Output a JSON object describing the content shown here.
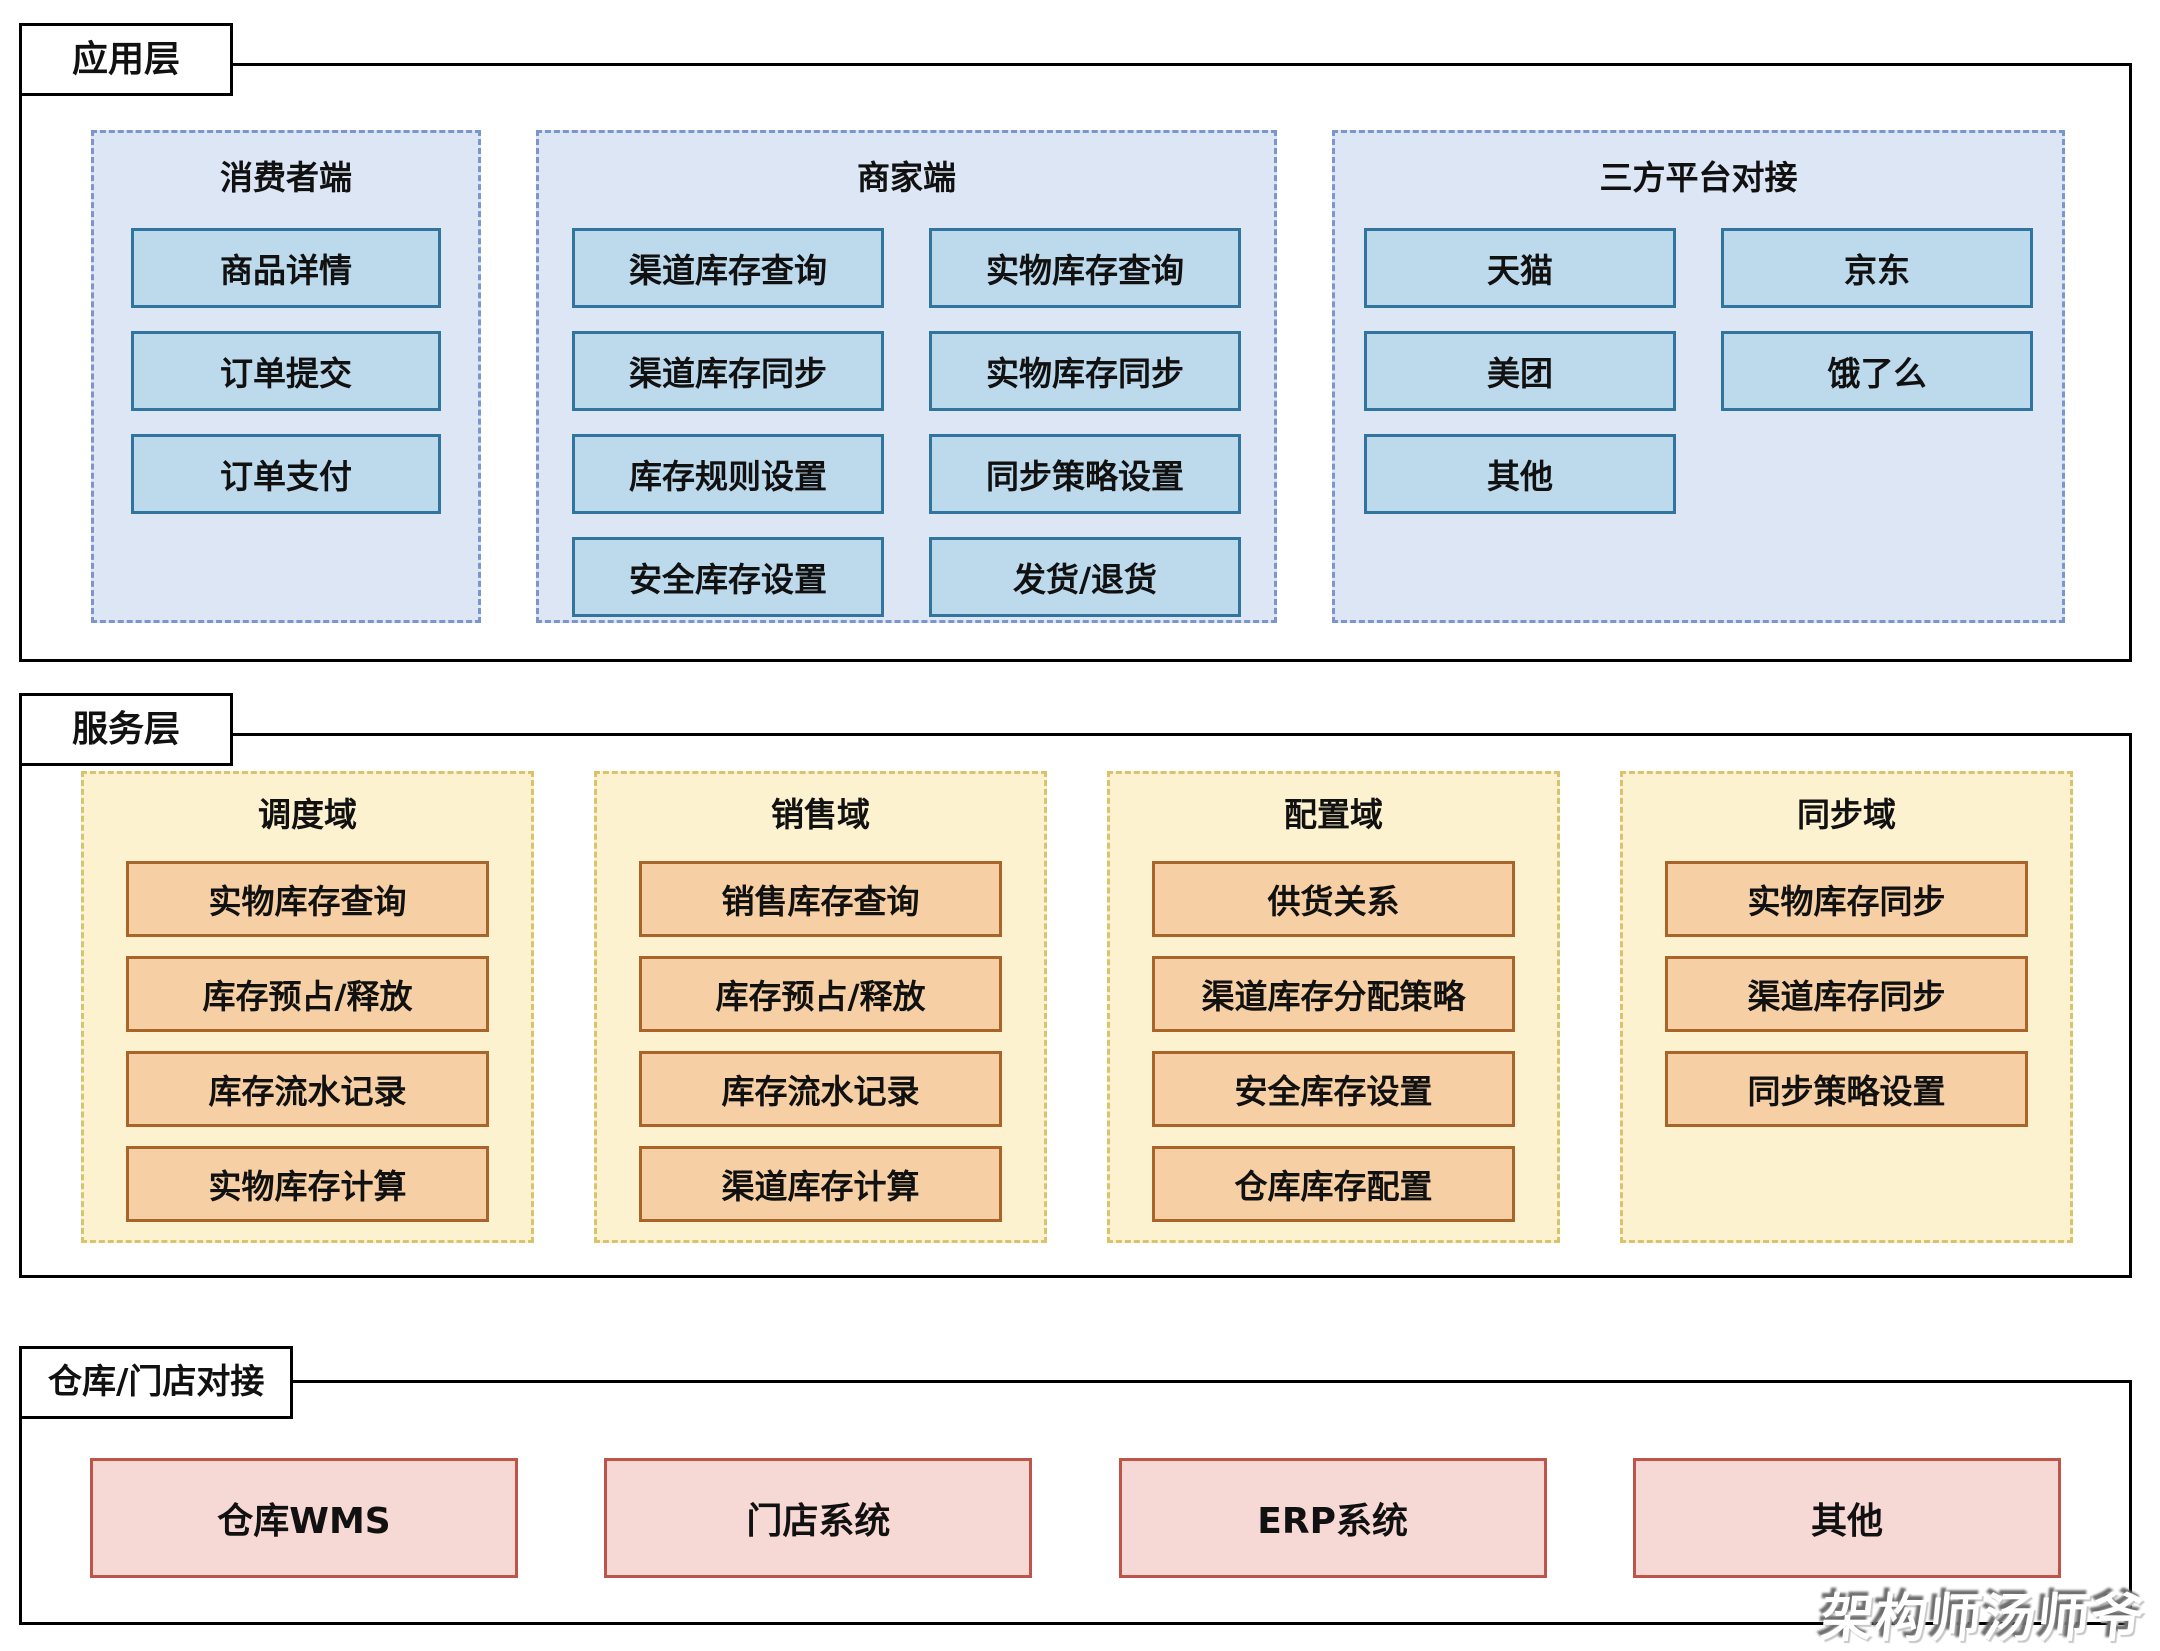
{
  "layers": {
    "app": {
      "title": "应用层",
      "groups": [
        {
          "title": "消费者端",
          "items": [
            "商品详情",
            "订单提交",
            "订单支付"
          ]
        },
        {
          "title": "商家端",
          "items": [
            "渠道库存查询",
            "实物库存查询",
            "渠道库存同步",
            "实物库存同步",
            "库存规则设置",
            "同步策略设置",
            "安全库存设置",
            "发货/退货"
          ]
        },
        {
          "title": "三方平台对接",
          "items": [
            "天猫",
            "京东",
            "美团",
            "饿了么",
            "其他"
          ]
        }
      ]
    },
    "service": {
      "title": "服务层",
      "groups": [
        {
          "title": "调度域",
          "items": [
            "实物库存查询",
            "库存预占/释放",
            "库存流水记录",
            "实物库存计算"
          ]
        },
        {
          "title": "销售域",
          "items": [
            "销售库存查询",
            "库存预占/释放",
            "库存流水记录",
            "渠道库存计算"
          ]
        },
        {
          "title": "配置域",
          "items": [
            "供货关系",
            "渠道库存分配策略",
            "安全库存设置",
            "仓库库存配置"
          ]
        },
        {
          "title": "同步域",
          "items": [
            "实物库存同步",
            "渠道库存同步",
            "同步策略设置"
          ]
        }
      ]
    },
    "warehouse": {
      "title": "仓库/门店对接",
      "items": [
        "仓库WMS",
        "门店系统",
        "ERP系统",
        "其他"
      ]
    }
  },
  "watermark": "架构师汤师爷",
  "colors": {
    "app_group_fill": "#dce6f5",
    "app_group_border": "#7c95cc",
    "app_box_fill": "#bdd9ec",
    "app_box_border": "#31749e",
    "service_group_fill": "#fdf2cf",
    "service_group_border": "#d9c36d",
    "service_box_fill": "#f6d0a4",
    "service_box_border": "#a9642a",
    "warehouse_box_fill": "#f6d9d5",
    "warehouse_box_border": "#bf544a",
    "outline": "#000000"
  }
}
